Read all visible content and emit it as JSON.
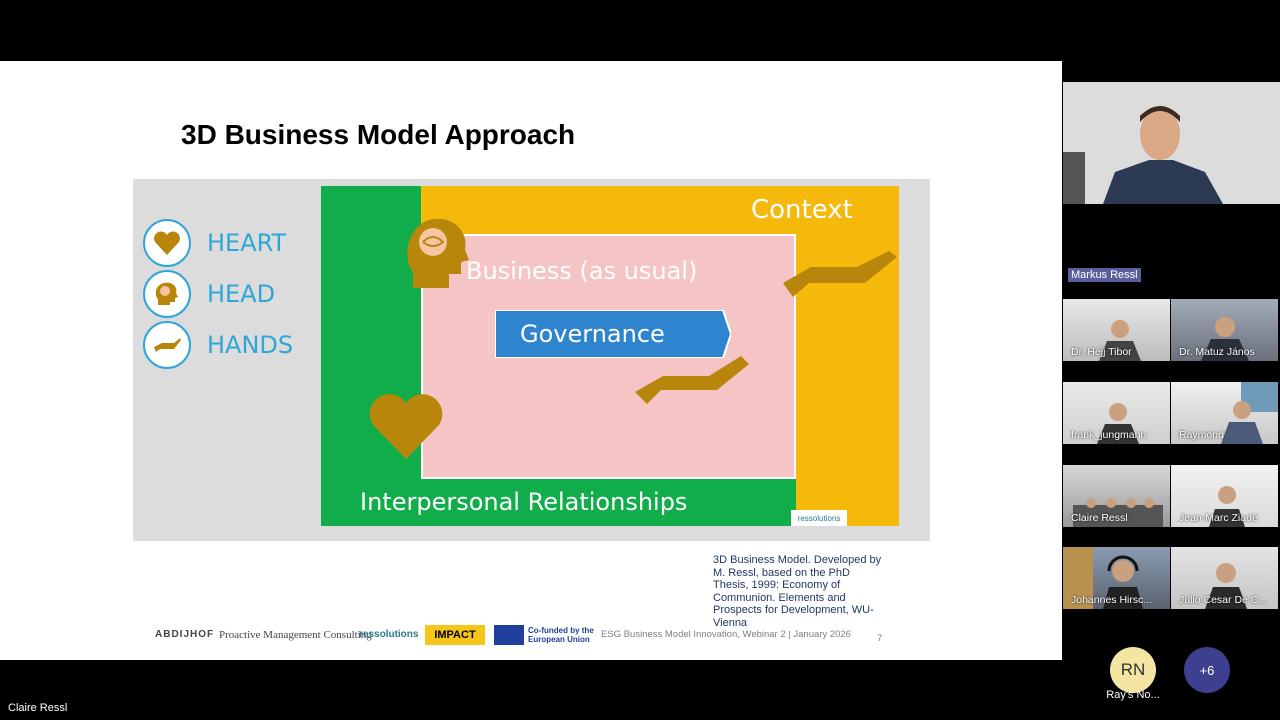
{
  "slide": {
    "title": "3D Business Model Approach",
    "legend": [
      {
        "label": "HEART",
        "icon": "heart-icon"
      },
      {
        "label": "HEAD",
        "icon": "head-icon"
      },
      {
        "label": "HANDS",
        "icon": "hands-icon"
      }
    ],
    "diagram": {
      "context": "Context",
      "business": "Business (as usual)",
      "governance": "Governance",
      "relationships": "Interpersonal Relationships",
      "logo": "ressolutions"
    },
    "caption": "3D Business Model. Developed by M. Ressl, based on the PhD Thesis, 1999: Economy of Communion. Elements and Prospects for Development, WU-Vienna",
    "footer": {
      "logo1": "ABDIJHOF",
      "logo2": "Proactive Management Consulting",
      "logo3": "ressolutions",
      "logo4": "IMPACT",
      "eu": "Co-funded by the European Union",
      "text": "ESG Business Model Innovation, Webinar 2 | January 2026",
      "page": "7"
    },
    "colors": {
      "green": "#12ad4b",
      "gold": "#f5b90b",
      "pink": "#f5c4c4",
      "blue": "#2f84d0",
      "icon": "#b8860b",
      "legend_text": "#2fa6d8"
    }
  },
  "meeting": {
    "speaker": "Markus Ressl",
    "participants": [
      "Dr. Héjj Tibor",
      "Dr. Matuz János",
      "frank_jungmann",
      "Raymond",
      "Claire Ressl",
      "Jean-Marc Ziadé",
      "Johannes Hirsc...",
      "Julio Cesar De C..."
    ],
    "self_name": "Claire Ressl",
    "avatar_initials": "RN",
    "avatar_label": "Ray's No...",
    "more_count": "+6"
  }
}
